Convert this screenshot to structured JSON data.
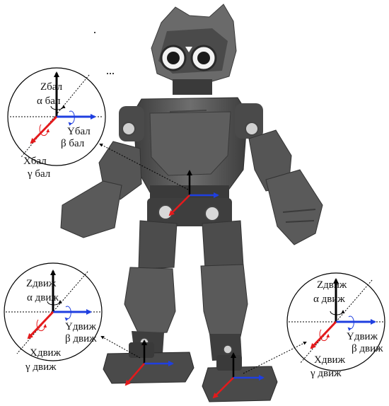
{
  "colors": {
    "x_axis": "#e41a1c",
    "y_axis": "#1f3fe0",
    "z_axis": "#000000",
    "robot_body": "#5a5a5a",
    "robot_dark": "#2e2e2e",
    "robot_light": "#8a8a8a"
  },
  "frames": {
    "balance": {
      "z_label": "Zбал",
      "alpha_label": "α бал",
      "y_label": "Yбал",
      "beta_label": "β бал",
      "x_label": "Хбал",
      "gamma_label": "γ бал"
    },
    "left_foot": {
      "z_label": "Zдвиж",
      "alpha_label": "α движ",
      "y_label": "Yдвиж",
      "beta_label": "β движ",
      "x_label": "Хдвиж",
      "gamma_label": "γ движ"
    },
    "right_foot": {
      "z_label": "Zдвиж",
      "alpha_label": "α движ",
      "y_label": "Yдвиж",
      "beta_label": "β движ",
      "x_label": "Хдвиж",
      "gamma_label": "γ движ"
    }
  },
  "robot": {
    "icon": "humanoid-robot-image"
  }
}
